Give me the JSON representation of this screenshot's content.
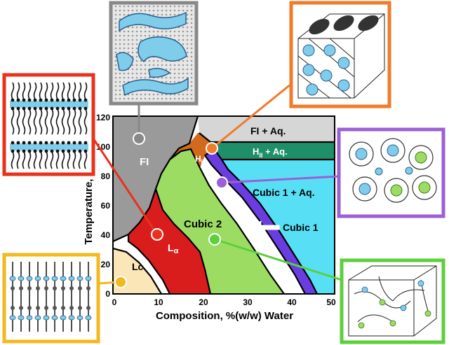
{
  "axes": {
    "xlabel": "Composition, %(w/w) Water",
    "ylabel": "Temperature, °C",
    "xticks": [
      "0",
      "10",
      "20",
      "30",
      "40",
      "50"
    ],
    "yticks": [
      "0",
      "20",
      "40",
      "60",
      "80",
      "100",
      "120"
    ]
  },
  "regions": {
    "fi": "FI",
    "fi_aq": "FI + Aq.",
    "hii_sym": "H",
    "hii_sub": "II",
    "hii_aq_sym": "H",
    "hii_aq_sub": "II",
    "hii_aq_rest": " + Aq.",
    "cubic1_aq": "Cubic 1 + Aq.",
    "cubic2": "Cubic 2",
    "cubic1": "Cubic 1",
    "la_sym": "L",
    "la_sub": "α",
    "lc": "Lc"
  },
  "colors": {
    "fi": "#9a9a9a",
    "fi_aq": "#d6d6d6",
    "hii": "#d2691e",
    "hii_aq": "#1f8f6a",
    "cubic1_aq": "#57e0f5",
    "cubic2": "#9ddc63",
    "cubic1": "#6a3de0",
    "la": "#d91c1c",
    "lc": "#fbe6b8",
    "frame_gray": "#888888",
    "frame_red": "#e8321c",
    "frame_orange": "#f07b2a",
    "frame_purple": "#9b5fd6",
    "frame_yellow": "#f2b81f",
    "frame_green": "#5ccf3b"
  },
  "insets": {
    "fi_inset": "inverse bicontinuous network of water channels",
    "la_inset": "lamellar bilayers",
    "hii_inset": "inverted hexagonal rods",
    "cubic1_inset": "micellar cubic packing",
    "lc_inset": "crystalline lamellar",
    "cubic2_inset": "bicontinuous cubic network"
  }
}
